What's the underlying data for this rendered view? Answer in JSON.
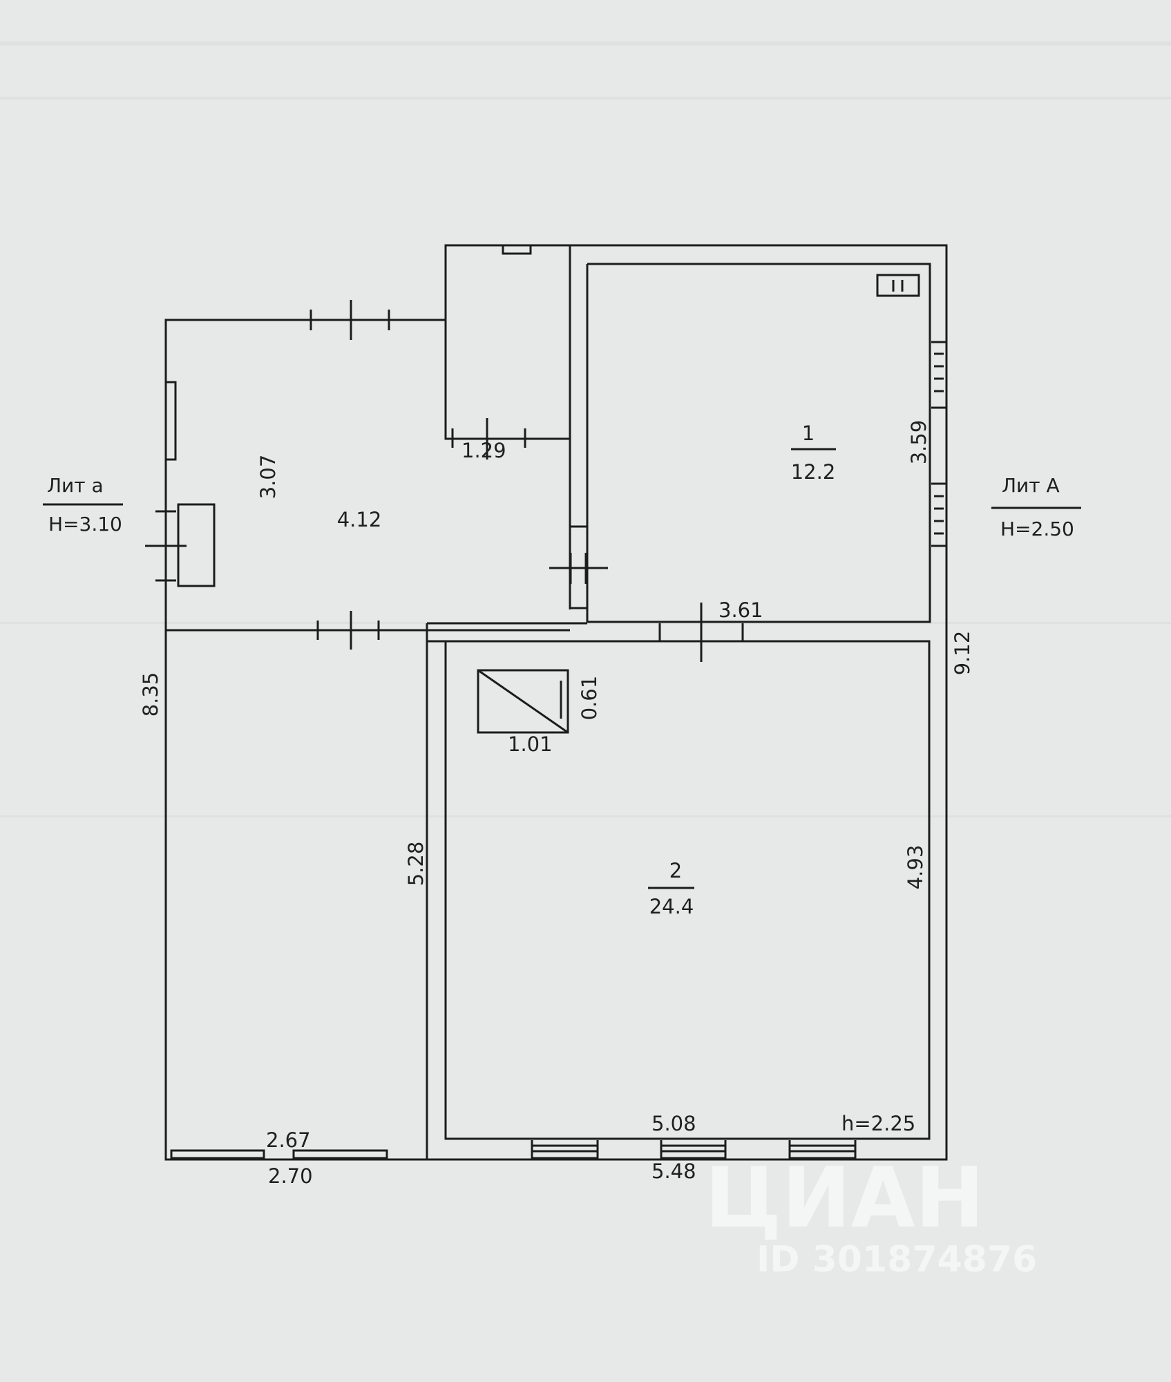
{
  "lit_left": {
    "name": "Лит а",
    "height": "Н=3.10"
  },
  "lit_right": {
    "name": "Лит А",
    "height": "Н=2.50"
  },
  "rooms": {
    "room1": {
      "number": "1",
      "area": "12.2"
    },
    "room2": {
      "number": "2",
      "area": "24.4"
    }
  },
  "dims": {
    "hall_width": "3.07",
    "hall_length": "4.12",
    "closet_width": "1.29",
    "room1_height": "3.59",
    "room1_width": "3.61",
    "outer_right": "9.12",
    "outer_left": "8.35",
    "left_mid": "5.28",
    "room2_height": "4.93",
    "stove_w": "1.01",
    "stove_h": "0.61",
    "room2_inner_width": "5.08",
    "ceiling": "h=2.25",
    "bottom_left_inner": "2.67",
    "bottom_left_outer": "2.70",
    "bottom_right_outer": "5.48"
  },
  "watermark": {
    "logo": "ЦИАН",
    "id": "ID 301874876"
  }
}
